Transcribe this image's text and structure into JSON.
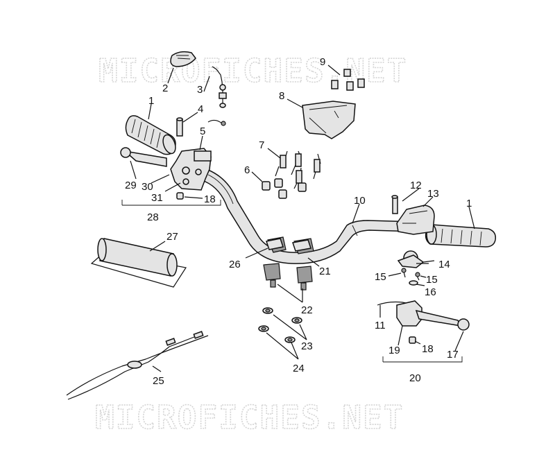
{
  "watermarks": [
    "MICROFICHES.NET",
    "MICROFICHES.NET"
  ],
  "callouts": {
    "c1a": "1",
    "c1b": "1",
    "c2": "2",
    "c3": "3",
    "c4": "4",
    "c5": "5",
    "c6": "6",
    "c7": "7",
    "c8": "8",
    "c9": "9",
    "c10": "10",
    "c11": "11",
    "c12": "12",
    "c13": "13",
    "c14": "14",
    "c15a": "15",
    "c15b": "15",
    "c16": "16",
    "c17": "17",
    "c18a": "18",
    "c18b": "18",
    "c19": "19",
    "c20": "20",
    "c21": "21",
    "c22": "22",
    "c23": "23",
    "c24": "24",
    "c25": "25",
    "c26": "26",
    "c27": "27",
    "c28": "28",
    "c29": "29",
    "c30": "30",
    "c31": "31"
  }
}
